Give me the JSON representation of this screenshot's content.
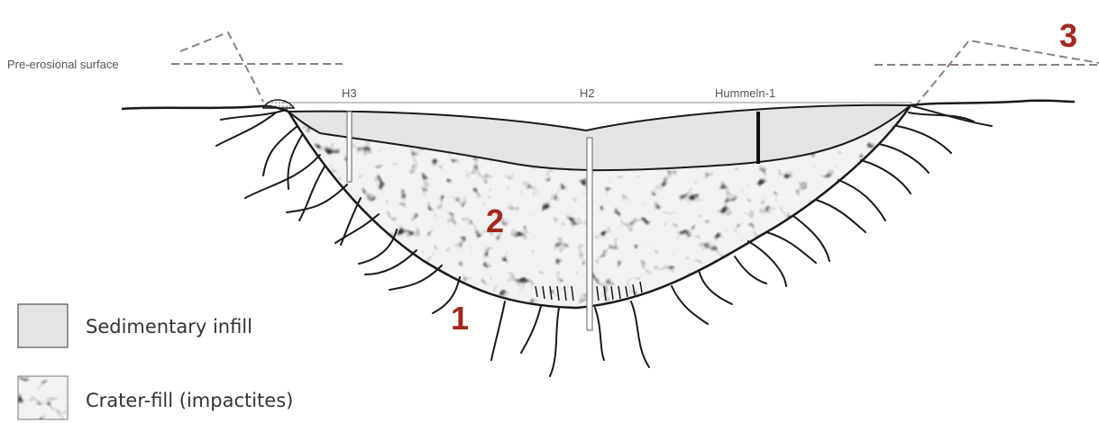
{
  "labels": {
    "pre_erosional": "Pre-erosional surface",
    "boreholes": [
      "H3",
      "H2",
      "Hummeln-1"
    ],
    "stages": [
      "1",
      "2",
      "3"
    ]
  },
  "legend": [
    {
      "label": "Sedimentary infill",
      "swatch": "sedimentary"
    },
    {
      "label": "Crater-fill (impactites)",
      "swatch": "impactites"
    }
  ],
  "colors": {
    "stage_number": "#a3281e",
    "sedimentary_fill": "#e3e4e6",
    "line": "#1a1a1a",
    "dashed": "#8c7f85",
    "label_text": "#555555"
  }
}
